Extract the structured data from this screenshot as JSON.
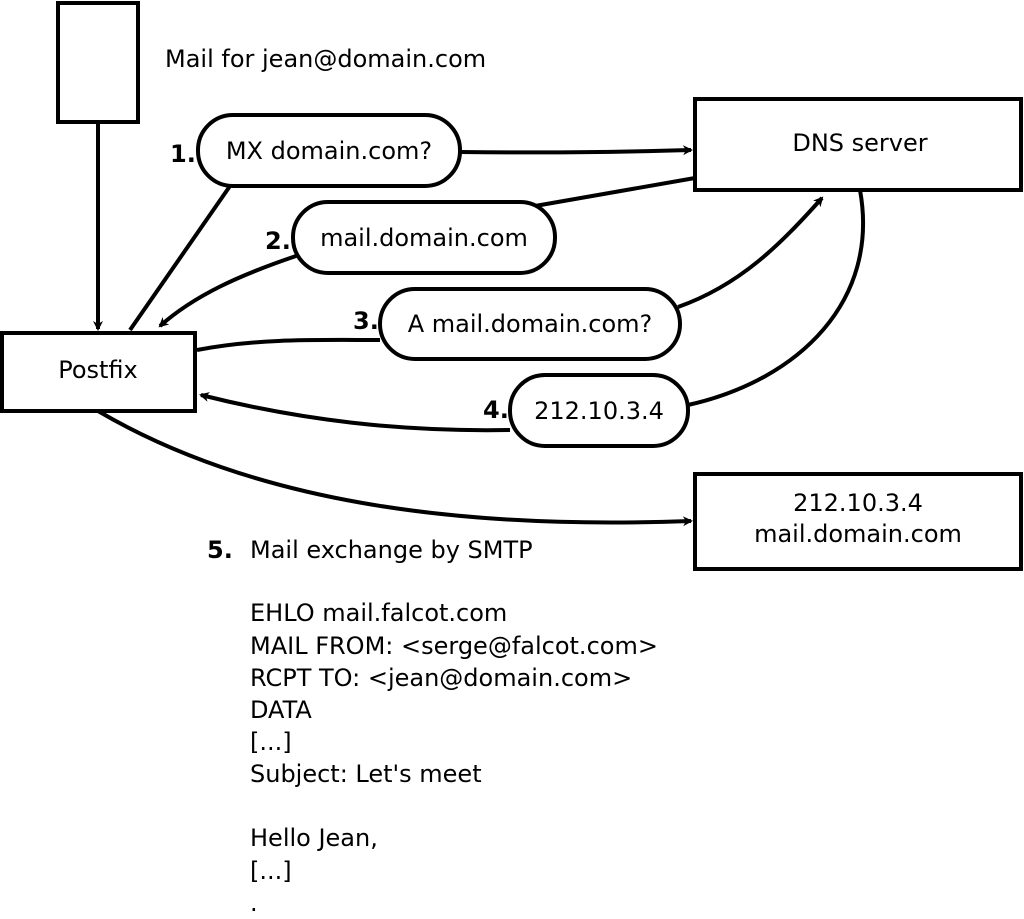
{
  "mail_label": "Mail for jean@domain.com",
  "postfix": "Postfix",
  "dns_server": "DNS server",
  "target": {
    "ip": "212.10.3.4",
    "host": "mail.domain.com"
  },
  "steps": [
    {
      "number": "1.",
      "text": "MX domain.com?"
    },
    {
      "number": "2.",
      "text": "mail.domain.com"
    },
    {
      "number": "3.",
      "text": "A mail.domain.com?"
    },
    {
      "number": "4.",
      "text": "212.10.3.4"
    },
    {
      "number": "5.",
      "text": "Mail exchange by SMTP"
    }
  ],
  "smtp_lines": [
    "EHLO mail.falcot.com",
    "MAIL FROM: <serge@falcot.com>",
    "RCPT TO: <jean@domain.com>",
    "DATA",
    "[...]",
    "Subject: Let's meet",
    "",
    "Hello Jean,",
    "[...]",
    "."
  ]
}
